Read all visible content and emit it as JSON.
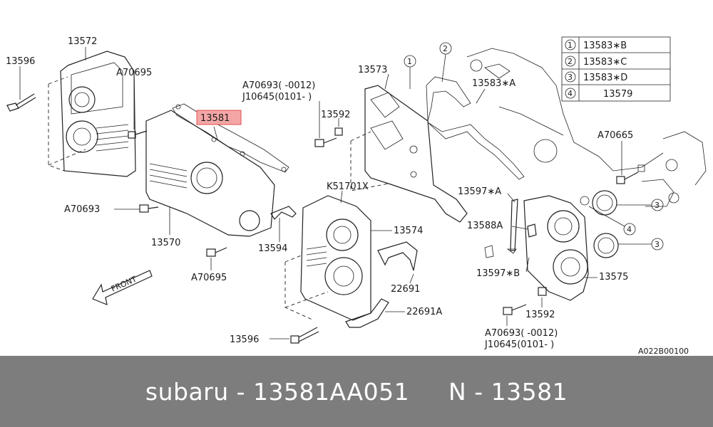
{
  "labels": {
    "p13572": "13572",
    "p13596a": "13596",
    "a70695a": "A70695",
    "p13581": "13581",
    "a70693a": "A70693",
    "p13570": "13570",
    "p13594": "13594",
    "a70695b": "A70695",
    "a70693b": "A70693(      -0012)",
    "j10645a": "J10645(0101-      )",
    "p13592a": "13592",
    "p13573": "13573",
    "k51701x": "K51701X",
    "p13574": "13574",
    "p22691": "22691",
    "p22691a": "22691A",
    "p13596b": "13596",
    "p13583a": "13583∗A",
    "p13597a": "13597∗A",
    "p13588a": "13588A",
    "p13597b": "13597∗B",
    "a70665": "A70665",
    "p13575": "13575",
    "p13592b": "13592",
    "a70693c": "A70693(      -0012)",
    "j10645b": "J10645(0101-      )",
    "front": "FRONT",
    "code": "A022B00100",
    "callout1": "1",
    "callout2": "2",
    "callout3a": "3",
    "callout3b": "3",
    "callout4": "4"
  },
  "legend": [
    {
      "num": "1",
      "part": "13583∗B"
    },
    {
      "num": "2",
      "part": "13583∗C"
    },
    {
      "num": "3",
      "part": "13583∗D"
    },
    {
      "num": "4",
      "part": "13579"
    }
  ],
  "colors": {
    "highlight_fill": "#f4a6a6",
    "highlight_stroke": "#e05050",
    "footer_bg": "#7d7d7d"
  },
  "footer": {
    "text": "subaru - 13581AA051     N - 13581"
  }
}
